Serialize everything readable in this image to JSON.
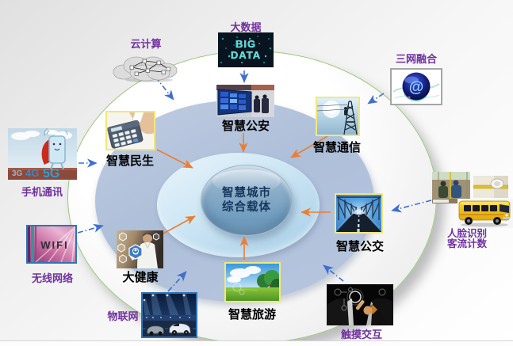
{
  "center": {
    "line1": "智慧城市",
    "line2": "综合载体"
  },
  "nodes": {
    "cloud_computing": {
      "label": "云计算"
    },
    "big_data": {
      "label": "大数据",
      "image_line1": "BIG",
      "image_line2": "DATA"
    },
    "triple_network": {
      "label": "三网融合",
      "image_glyph": "@"
    },
    "smart_police": {
      "label": "智慧公安"
    },
    "smart_telecom": {
      "label": "智慧通信"
    },
    "smart_livelihood": {
      "label": "智慧民生"
    },
    "mobile_comm": {
      "label": "手机通讯",
      "badge_3g": "3G",
      "badge_4g": "4G",
      "badge_5g": "5G"
    },
    "wireless_network": {
      "label": "无线网络",
      "image_text": "WIFI"
    },
    "big_health": {
      "label": "大健康"
    },
    "iot": {
      "label": "物联网"
    },
    "smart_tourism": {
      "label": "智慧旅游"
    },
    "touch_interaction": {
      "label": "触摸交互"
    },
    "smart_transit": {
      "label": "智慧公交"
    },
    "face_recognition": {
      "label_line1": "人脸识别",
      "label_line2": "客流计数"
    }
  },
  "colors": {
    "outer_label": "#7030a0",
    "inner_label": "#000000",
    "center_text": "#16375d",
    "orange_arrow": "#ed7d31",
    "blue_arrow": "#3f6fd1",
    "outer_ellipse_border": "#9cc97a",
    "middle_ellipse_fill": "#aebfd9",
    "ring_ellipse_fill": "#cde6f4",
    "core_ellipse_fill": "#7ba3c1"
  }
}
